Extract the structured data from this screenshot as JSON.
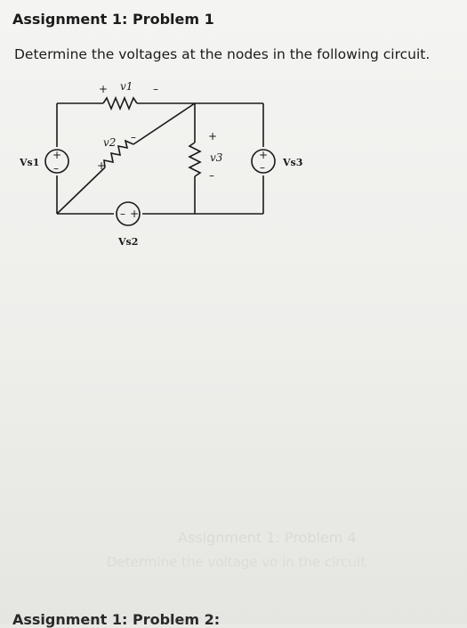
{
  "assignment": {
    "title": "Assignment 1: Problem 1",
    "problem_text": "Determine the voltages at the nodes in the following circuit."
  },
  "circuit": {
    "sources": {
      "vs1": "Vs1",
      "vs2": "Vs2",
      "vs3": "Vs3"
    },
    "resistors": {
      "v1": "v1",
      "v2": "v2",
      "v3": "v3"
    },
    "signs": {
      "plus": "+",
      "minus": "–"
    }
  },
  "faded_text": {
    "line1": "Assignment 1: Problem 4",
    "line2": "Determine the voltage vo in the circuit"
  },
  "next_section": {
    "title": "Assignment 1: Problem 2:"
  }
}
